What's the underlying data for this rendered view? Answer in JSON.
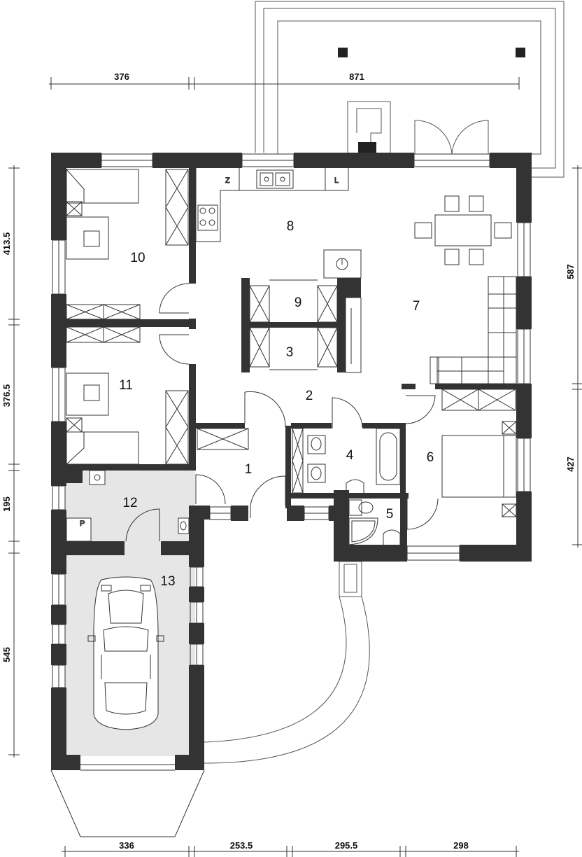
{
  "rooms": [
    {
      "id": "1"
    },
    {
      "id": "2"
    },
    {
      "id": "3"
    },
    {
      "id": "4"
    },
    {
      "id": "5"
    },
    {
      "id": "6"
    },
    {
      "id": "7"
    },
    {
      "id": "8"
    },
    {
      "id": "9"
    },
    {
      "id": "10"
    },
    {
      "id": "11"
    },
    {
      "id": "12"
    },
    {
      "id": "13"
    }
  ],
  "dimensions": {
    "top": [
      "376",
      "871"
    ],
    "bottom": [
      "336",
      "253.5",
      "295.5",
      "298"
    ],
    "left": [
      "413.5",
      "376.5",
      "195",
      "545"
    ],
    "right": [
      "587",
      "427"
    ]
  },
  "markers": {
    "fridge": "Z",
    "dishwasher": "L",
    "boiler": "P"
  },
  "colors": {
    "wall": "#333333",
    "garage_fill": "#e6e6e6",
    "line": "#333333",
    "background": "#ffffff"
  }
}
